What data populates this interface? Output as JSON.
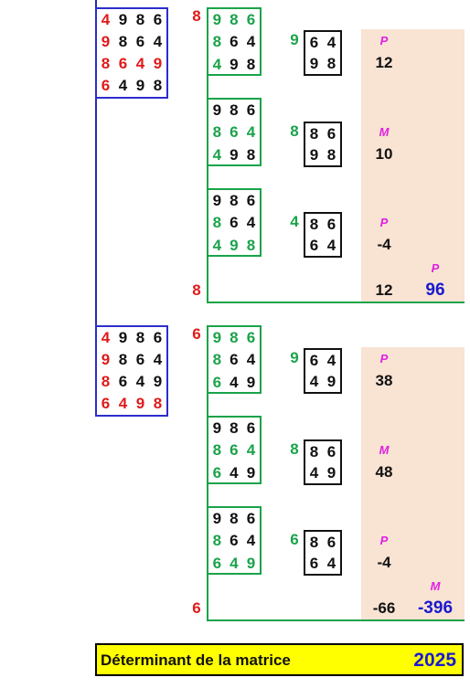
{
  "blocks": [
    {
      "matrix4": [
        [
          "4",
          "9",
          "8",
          "6"
        ],
        [
          "9",
          "8",
          "6",
          "4"
        ],
        [
          "8",
          "6",
          "4",
          "9"
        ],
        [
          "6",
          "4",
          "9",
          "8"
        ]
      ],
      "matrix4_colors": [
        [
          "r",
          "k",
          "k",
          "k"
        ],
        [
          "r",
          "k",
          "k",
          "k"
        ],
        [
          "r",
          "r",
          "r",
          "r"
        ],
        [
          "r",
          "k",
          "k",
          "k"
        ]
      ],
      "pivot": "8",
      "minors": [
        {
          "matrix3": [
            [
              "9",
              "8",
              "6"
            ],
            [
              "8",
              "6",
              "4"
            ],
            [
              "4",
              "9",
              "8"
            ]
          ],
          "matrix3_colors": [
            [
              "g",
              "g",
              "g"
            ],
            [
              "g",
              "k",
              "k"
            ],
            [
              "g",
              "k",
              "k"
            ]
          ],
          "pivot": "9",
          "matrix2": [
            [
              "6",
              "4"
            ],
            [
              "9",
              "8"
            ]
          ],
          "sign": "P",
          "value": "12"
        },
        {
          "matrix3": [
            [
              "9",
              "8",
              "6"
            ],
            [
              "8",
              "6",
              "4"
            ],
            [
              "4",
              "9",
              "8"
            ]
          ],
          "matrix3_colors": [
            [
              "k",
              "k",
              "k"
            ],
            [
              "g",
              "g",
              "g"
            ],
            [
              "g",
              "k",
              "k"
            ]
          ],
          "pivot": "8",
          "matrix2": [
            [
              "8",
              "6"
            ],
            [
              "9",
              "8"
            ]
          ],
          "sign": "M",
          "value": "10"
        },
        {
          "matrix3": [
            [
              "9",
              "8",
              "6"
            ],
            [
              "8",
              "6",
              "4"
            ],
            [
              "4",
              "9",
              "8"
            ]
          ],
          "matrix3_colors": [
            [
              "k",
              "k",
              "k"
            ],
            [
              "g",
              "k",
              "k"
            ],
            [
              "g",
              "g",
              "g"
            ]
          ],
          "pivot": "4",
          "matrix2": [
            [
              "8",
              "6"
            ],
            [
              "6",
              "4"
            ]
          ],
          "sign": "P",
          "value": "-4"
        }
      ],
      "block_sign": "P",
      "footer_pivot": "8",
      "sum": "12",
      "product": "96"
    },
    {
      "matrix4": [
        [
          "4",
          "9",
          "8",
          "6"
        ],
        [
          "9",
          "8",
          "6",
          "4"
        ],
        [
          "8",
          "6",
          "4",
          "9"
        ],
        [
          "6",
          "4",
          "9",
          "8"
        ]
      ],
      "matrix4_colors": [
        [
          "r",
          "k",
          "k",
          "k"
        ],
        [
          "r",
          "k",
          "k",
          "k"
        ],
        [
          "r",
          "k",
          "k",
          "k"
        ],
        [
          "r",
          "r",
          "r",
          "r"
        ]
      ],
      "pivot": "6",
      "minors": [
        {
          "matrix3": [
            [
              "9",
              "8",
              "6"
            ],
            [
              "8",
              "6",
              "4"
            ],
            [
              "6",
              "4",
              "9"
            ]
          ],
          "matrix3_colors": [
            [
              "g",
              "g",
              "g"
            ],
            [
              "g",
              "k",
              "k"
            ],
            [
              "g",
              "k",
              "k"
            ]
          ],
          "pivot": "9",
          "matrix2": [
            [
              "6",
              "4"
            ],
            [
              "4",
              "9"
            ]
          ],
          "sign": "P",
          "value": "38"
        },
        {
          "matrix3": [
            [
              "9",
              "8",
              "6"
            ],
            [
              "8",
              "6",
              "4"
            ],
            [
              "6",
              "4",
              "9"
            ]
          ],
          "matrix3_colors": [
            [
              "k",
              "k",
              "k"
            ],
            [
              "g",
              "g",
              "g"
            ],
            [
              "g",
              "k",
              "k"
            ]
          ],
          "pivot": "8",
          "matrix2": [
            [
              "8",
              "6"
            ],
            [
              "4",
              "9"
            ]
          ],
          "sign": "M",
          "value": "48"
        },
        {
          "matrix3": [
            [
              "9",
              "8",
              "6"
            ],
            [
              "8",
              "6",
              "4"
            ],
            [
              "6",
              "4",
              "9"
            ]
          ],
          "matrix3_colors": [
            [
              "k",
              "k",
              "k"
            ],
            [
              "g",
              "k",
              "k"
            ],
            [
              "g",
              "g",
              "g"
            ]
          ],
          "pivot": "6",
          "matrix2": [
            [
              "8",
              "6"
            ],
            [
              "6",
              "4"
            ]
          ],
          "sign": "P",
          "value": "-4"
        }
      ],
      "block_sign": "M",
      "footer_pivot": "6",
      "sum": "-66",
      "product": "-396"
    }
  ],
  "result": {
    "label": "Déterminant de la matrice",
    "value": "2025"
  }
}
